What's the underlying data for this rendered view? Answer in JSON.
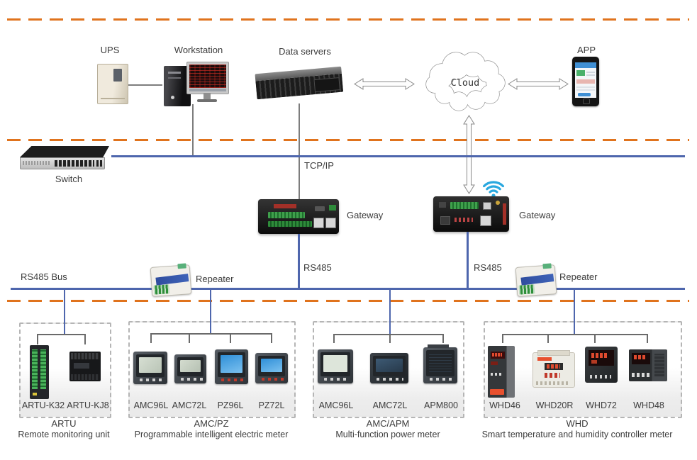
{
  "colors": {
    "section_dash_orange": "#e0731d",
    "bus_blue": "#4e66ad",
    "wifi_blue": "#29a8df",
    "label_text": "#3c3c3c"
  },
  "top_tier": {
    "ups_label": "UPS",
    "workstation_label": "Workstation",
    "data_servers_label": "Data servers",
    "cloud_label": "Cloud",
    "app_label": "APP"
  },
  "network_tier": {
    "switch_label": "Switch",
    "tcpip_label": "TCP/IP",
    "gateway_left_label": "Gateway",
    "gateway_right_label": "Gateway"
  },
  "bus_tier": {
    "rs485_bus_label": "RS485 Bus",
    "repeater_left_label": "Repeater",
    "rs485_left_label": "RS485",
    "rs485_right_label": "RS485",
    "repeater_right_label": "Repeater"
  },
  "groups": [
    {
      "id": "artu",
      "models": [
        "ARTU-K32",
        "ARTU-KJ8"
      ],
      "title": "ARTU",
      "subtitle": "Remote monitoring unit"
    },
    {
      "id": "amc-pz",
      "models": [
        "AMC96L",
        "AMC72L",
        "PZ96L",
        "PZ72L"
      ],
      "title": "AMC/PZ",
      "subtitle": "Programmable intelligent electric meter"
    },
    {
      "id": "amc-apm",
      "models": [
        "AMC96L",
        "AMC72L",
        "APM800"
      ],
      "title": "AMC/APM",
      "subtitle": "Multi-function power meter"
    },
    {
      "id": "whd",
      "models": [
        "WHD46",
        "WHD20R",
        "WHD72",
        "WHD48"
      ],
      "title": "WHD",
      "subtitle": "Smart temperature and humidity controller meter"
    }
  ]
}
